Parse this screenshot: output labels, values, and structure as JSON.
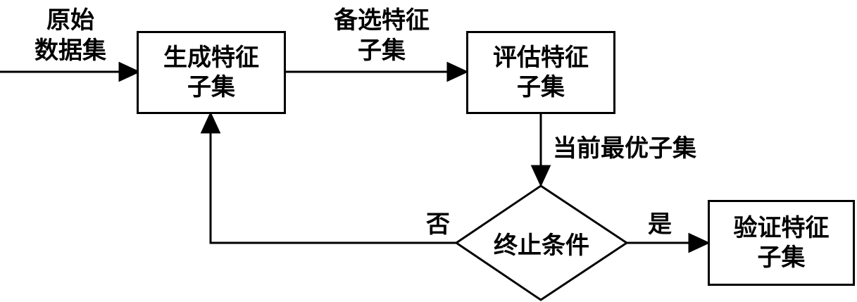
{
  "nodes": {
    "generate": "生成特征\n子集",
    "evaluate": "评估特征\n子集",
    "condition": "终止条件",
    "validate": "验证特征\n子集"
  },
  "labels": {
    "input": "原始\n数据集",
    "candidate": "备选特征\n子集",
    "current_best": "当前最优子集",
    "no": "否",
    "yes": "是"
  }
}
